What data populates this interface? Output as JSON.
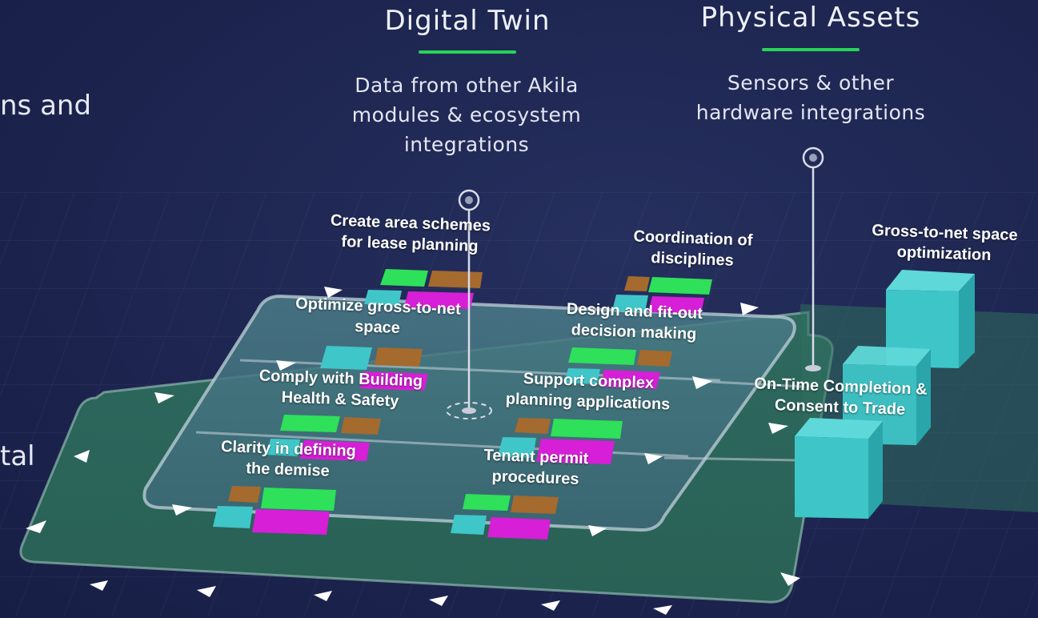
{
  "edge_texts": {
    "left_top": "ns and",
    "left_bottom": "tal"
  },
  "columns": {
    "digital_twin": {
      "title": "Digital Twin",
      "subtitle": [
        "Data from other Akila",
        "modules & ecosystem",
        "integrations"
      ]
    },
    "physical_assets": {
      "title": "Physical Assets",
      "subtitle": [
        "Sensors & other",
        "hardware integrations"
      ]
    }
  },
  "labels": {
    "area_schemes": [
      "Create area schemes",
      "for lease planning"
    ],
    "coordination": [
      "Coordination of",
      "disciplines"
    ],
    "gross_to_net_opt": [
      "Gross-to-net space",
      "optimization"
    ],
    "optimize_gtn": [
      "Optimize gross-to-net",
      "space"
    ],
    "design_fitout": [
      "Design and fit-out",
      "decision making"
    ],
    "comply_health": [
      "Comply with Building",
      "Health & Safety"
    ],
    "support_planning": [
      "Support complex",
      "planning applications"
    ],
    "on_time": [
      "On-Time Completion &",
      "Consent to Trade"
    ],
    "clarity_demise": [
      "Clarity in defining",
      "the demise"
    ],
    "tenant_permit": [
      "Tenant permit",
      "procedures"
    ]
  },
  "colors": {
    "accent_green": "#27d358",
    "block_green": "#2ee05a",
    "block_magenta": "#d61fd6",
    "block_brown": "#a46a2e",
    "block_cyan": "#3fc6c9",
    "outer_platform": "#2f6f5f",
    "inner_platform": "#3d6f7a"
  }
}
